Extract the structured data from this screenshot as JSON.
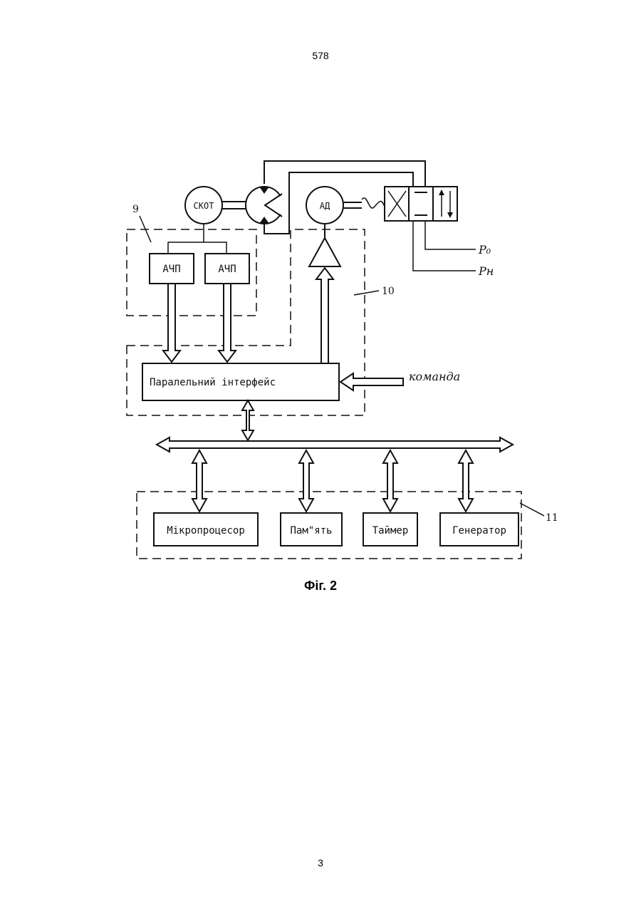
{
  "page": {
    "header_number": "578",
    "footer_number": "3",
    "caption": "Фіг. 2"
  },
  "diagram": {
    "blocks": {
      "skot": "СКОТ",
      "ad": "АД",
      "adc_1": "АЧП",
      "adc_2": "АЧП",
      "interface": "Паралельний інтерфейс",
      "microprocessor": "Мікропроцесор",
      "memory": "Пам\"ять",
      "timer": "Таймер",
      "generator": "Генератор"
    },
    "annotations": {
      "command": "команда",
      "p0": "P₀",
      "pn": "Pн"
    },
    "reference_numbers": {
      "group_9": "9",
      "group_10": "10",
      "group_11": "11"
    }
  }
}
